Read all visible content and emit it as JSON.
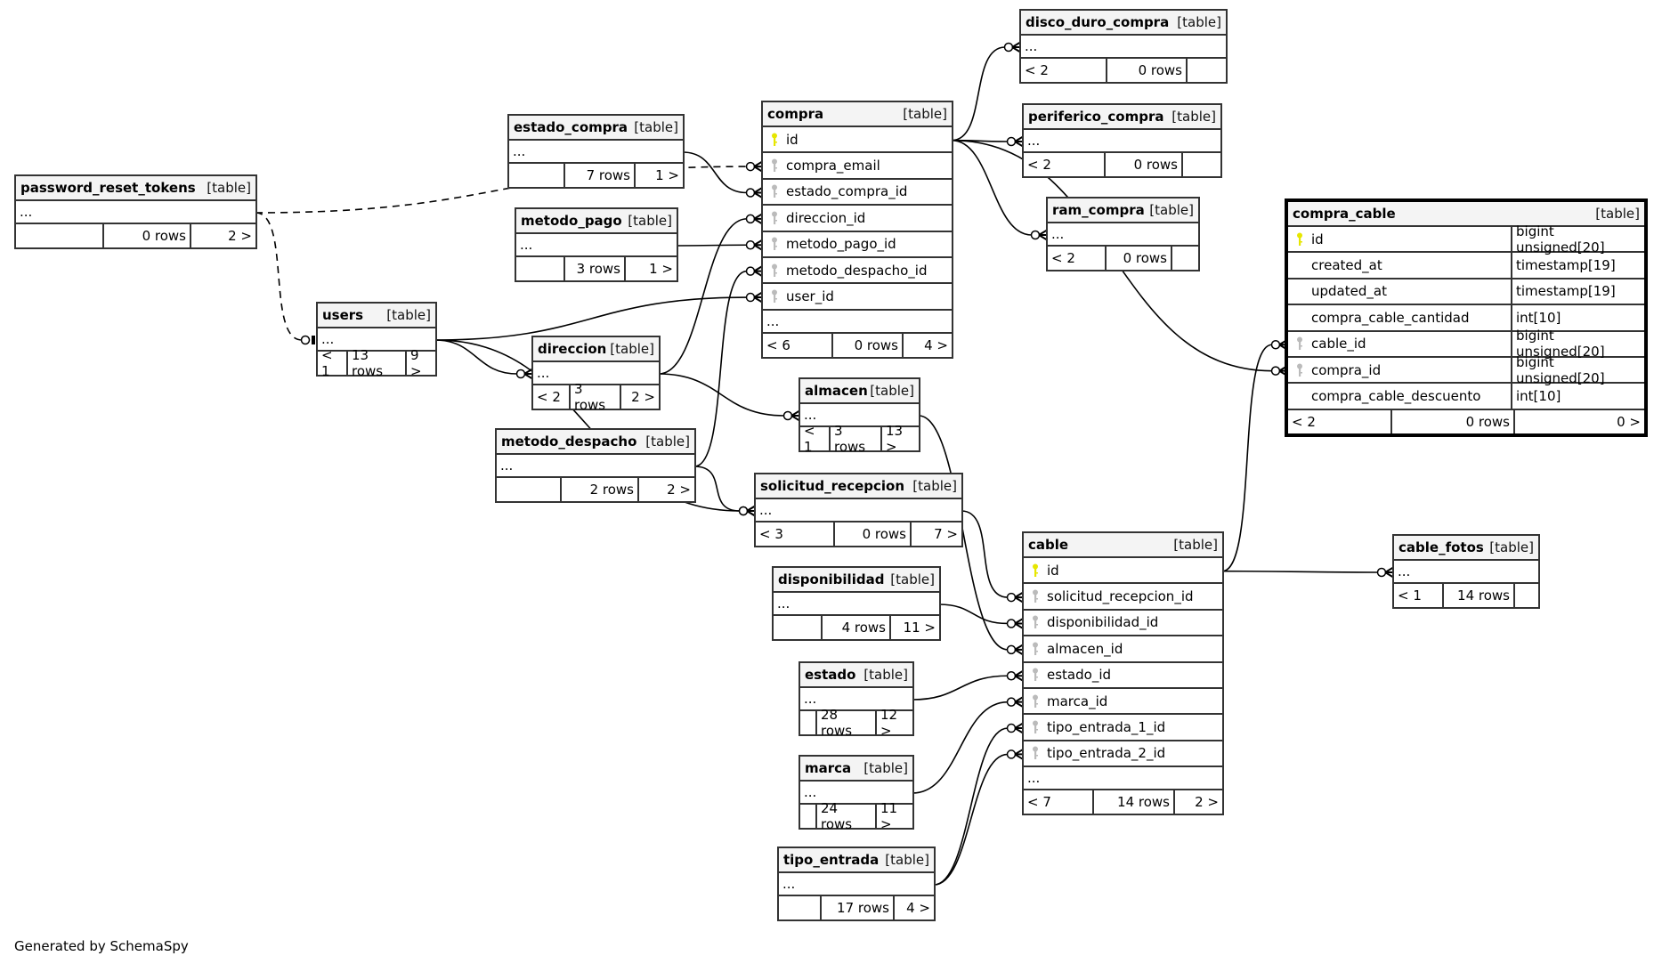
{
  "diagram": {
    "generator_note": "Generated by SchemaSpy",
    "colors": {
      "primary_key": "#e6e600",
      "foreign_key": "#bbbbbb",
      "header_bg": "#f4f4f4",
      "border": "#333333"
    },
    "tables": [
      {
        "id": "password_reset_tokens",
        "name": "password_reset_tokens",
        "kind": "[table]",
        "columns": [],
        "dots": "...",
        "parents": "",
        "rows": "0 rows",
        "children": "2 >"
      },
      {
        "id": "estado_compra",
        "name": "estado_compra",
        "kind": "[table]",
        "columns": [],
        "dots": "...",
        "parents": "",
        "rows": "7 rows",
        "children": "1 >"
      },
      {
        "id": "metodo_pago",
        "name": "metodo_pago",
        "kind": "[table]",
        "columns": [],
        "dots": "...",
        "parents": "",
        "rows": "3 rows",
        "children": "1 >"
      },
      {
        "id": "users",
        "name": "users",
        "kind": "[table]",
        "columns": [],
        "dots": "...",
        "parents": "< 1",
        "rows": "13 rows",
        "children": "9 >"
      },
      {
        "id": "direccion",
        "name": "direccion",
        "kind": "[table]",
        "columns": [],
        "dots": "...",
        "parents": "< 2",
        "rows": "3 rows",
        "children": "2 >"
      },
      {
        "id": "metodo_despacho",
        "name": "metodo_despacho",
        "kind": "[table]",
        "columns": [],
        "dots": "...",
        "parents": "",
        "rows": "2 rows",
        "children": "2 >"
      },
      {
        "id": "compra",
        "name": "compra",
        "kind": "[table]",
        "columns": [
          {
            "name": "id",
            "key": "primary"
          },
          {
            "name": "compra_email",
            "key": "foreign"
          },
          {
            "name": "estado_compra_id",
            "key": "foreign"
          },
          {
            "name": "direccion_id",
            "key": "foreign"
          },
          {
            "name": "metodo_pago_id",
            "key": "foreign"
          },
          {
            "name": "metodo_despacho_id",
            "key": "foreign"
          },
          {
            "name": "user_id",
            "key": "foreign"
          }
        ],
        "dots": "...",
        "parents": "< 6",
        "rows": "0 rows",
        "children": "4 >"
      },
      {
        "id": "almacen",
        "name": "almacen",
        "kind": "[table]",
        "columns": [],
        "dots": "...",
        "parents": "< 1",
        "rows": "3 rows",
        "children": "13 >"
      },
      {
        "id": "solicitud_recepcion",
        "name": "solicitud_recepcion",
        "kind": "[table]",
        "columns": [],
        "dots": "...",
        "parents": "< 3",
        "rows": "0 rows",
        "children": "7 >"
      },
      {
        "id": "disponibilidad",
        "name": "disponibilidad",
        "kind": "[table]",
        "columns": [],
        "dots": "...",
        "parents": "",
        "rows": "4 rows",
        "children": "11 >"
      },
      {
        "id": "estado",
        "name": "estado",
        "kind": "[table]",
        "columns": [],
        "dots": "...",
        "parents": "",
        "rows": "28 rows",
        "children": "12 >"
      },
      {
        "id": "marca",
        "name": "marca",
        "kind": "[table]",
        "columns": [],
        "dots": "...",
        "parents": "",
        "rows": "24 rows",
        "children": "11 >"
      },
      {
        "id": "tipo_entrada",
        "name": "tipo_entrada",
        "kind": "[table]",
        "columns": [],
        "dots": "...",
        "parents": "",
        "rows": "17 rows",
        "children": "4 >"
      },
      {
        "id": "disco_duro_compra",
        "name": "disco_duro_compra",
        "kind": "[table]",
        "columns": [],
        "dots": "...",
        "parents": "< 2",
        "rows": "0 rows",
        "children": ""
      },
      {
        "id": "periferico_compra",
        "name": "periferico_compra",
        "kind": "[table]",
        "columns": [],
        "dots": "...",
        "parents": "< 2",
        "rows": "0 rows",
        "children": ""
      },
      {
        "id": "ram_compra",
        "name": "ram_compra",
        "kind": "[table]",
        "columns": [],
        "dots": "...",
        "parents": "< 2",
        "rows": "0 rows",
        "children": ""
      },
      {
        "id": "cable",
        "name": "cable",
        "kind": "[table]",
        "columns": [
          {
            "name": "id",
            "key": "primary"
          },
          {
            "name": "solicitud_recepcion_id",
            "key": "foreign"
          },
          {
            "name": "disponibilidad_id",
            "key": "foreign"
          },
          {
            "name": "almacen_id",
            "key": "foreign"
          },
          {
            "name": "estado_id",
            "key": "foreign"
          },
          {
            "name": "marca_id",
            "key": "foreign"
          },
          {
            "name": "tipo_entrada_1_id",
            "key": "foreign"
          },
          {
            "name": "tipo_entrada_2_id",
            "key": "foreign"
          }
        ],
        "dots": "...",
        "parents": "< 7",
        "rows": "14 rows",
        "children": "2 >"
      },
      {
        "id": "cable_fotos",
        "name": "cable_fotos",
        "kind": "[table]",
        "columns": [],
        "dots": "...",
        "parents": "< 1",
        "rows": "14 rows",
        "children": ""
      },
      {
        "id": "compra_cable",
        "name": "compra_cable",
        "kind": "[table]",
        "focus": true,
        "columns": [
          {
            "name": "id",
            "key": "primary",
            "type": "bigint unsigned[20]"
          },
          {
            "name": "created_at",
            "key": "",
            "type": "timestamp[19]"
          },
          {
            "name": "updated_at",
            "key": "",
            "type": "timestamp[19]"
          },
          {
            "name": "compra_cable_cantidad",
            "key": "",
            "type": "int[10]"
          },
          {
            "name": "cable_id",
            "key": "foreign",
            "type": "bigint unsigned[20]"
          },
          {
            "name": "compra_id",
            "key": "foreign",
            "type": "bigint unsigned[20]"
          },
          {
            "name": "compra_cable_descuento",
            "key": "",
            "type": "int[10]"
          }
        ],
        "parents": "< 2",
        "rows": "0 rows",
        "children": "0 >"
      }
    ],
    "relationships": [
      {
        "parent": "password_reset_tokens",
        "child": "compra",
        "child_column": "compra_email",
        "implied": true
      },
      {
        "parent": "password_reset_tokens",
        "child": "users",
        "child_column": null,
        "implied": true,
        "child_end": "one"
      },
      {
        "parent": "estado_compra",
        "child": "compra",
        "child_column": "estado_compra_id"
      },
      {
        "parent": "direccion",
        "child": "compra",
        "child_column": "direccion_id"
      },
      {
        "parent": "metodo_pago",
        "child": "compra",
        "child_column": "metodo_pago_id"
      },
      {
        "parent": "metodo_despacho",
        "child": "compra",
        "child_column": "metodo_despacho_id"
      },
      {
        "parent": "users",
        "child": "compra",
        "child_column": "user_id"
      },
      {
        "parent": "users",
        "child": "direccion",
        "child_column": null
      },
      {
        "parent": "users",
        "child": "solicitud_recepcion",
        "child_column": null
      },
      {
        "parent": "metodo_despacho",
        "child": "solicitud_recepcion",
        "child_column": null
      },
      {
        "parent": "direccion",
        "child": "almacen",
        "child_column": null
      },
      {
        "parent": "compra",
        "parent_column": "id",
        "child": "disco_duro_compra",
        "child_column": null
      },
      {
        "parent": "compra",
        "parent_column": "id",
        "child": "periferico_compra",
        "child_column": null
      },
      {
        "parent": "compra",
        "parent_column": "id",
        "child": "ram_compra",
        "child_column": null
      },
      {
        "parent": "compra",
        "parent_column": "id",
        "child": "compra_cable",
        "child_column": "compra_id"
      },
      {
        "parent": "cable",
        "parent_column": "id",
        "child": "compra_cable",
        "child_column": "cable_id"
      },
      {
        "parent": "cable",
        "parent_column": "id",
        "child": "cable_fotos",
        "child_column": null
      },
      {
        "parent": "solicitud_recepcion",
        "child": "cable",
        "child_column": "solicitud_recepcion_id"
      },
      {
        "parent": "disponibilidad",
        "child": "cable",
        "child_column": "disponibilidad_id"
      },
      {
        "parent": "almacen",
        "child": "cable",
        "child_column": "almacen_id"
      },
      {
        "parent": "estado",
        "child": "cable",
        "child_column": "estado_id"
      },
      {
        "parent": "marca",
        "child": "cable",
        "child_column": "marca_id"
      },
      {
        "parent": "tipo_entrada",
        "child": "cable",
        "child_column": "tipo_entrada_1_id"
      },
      {
        "parent": "tipo_entrada",
        "child": "cable",
        "child_column": "tipo_entrada_2_id"
      }
    ]
  }
}
